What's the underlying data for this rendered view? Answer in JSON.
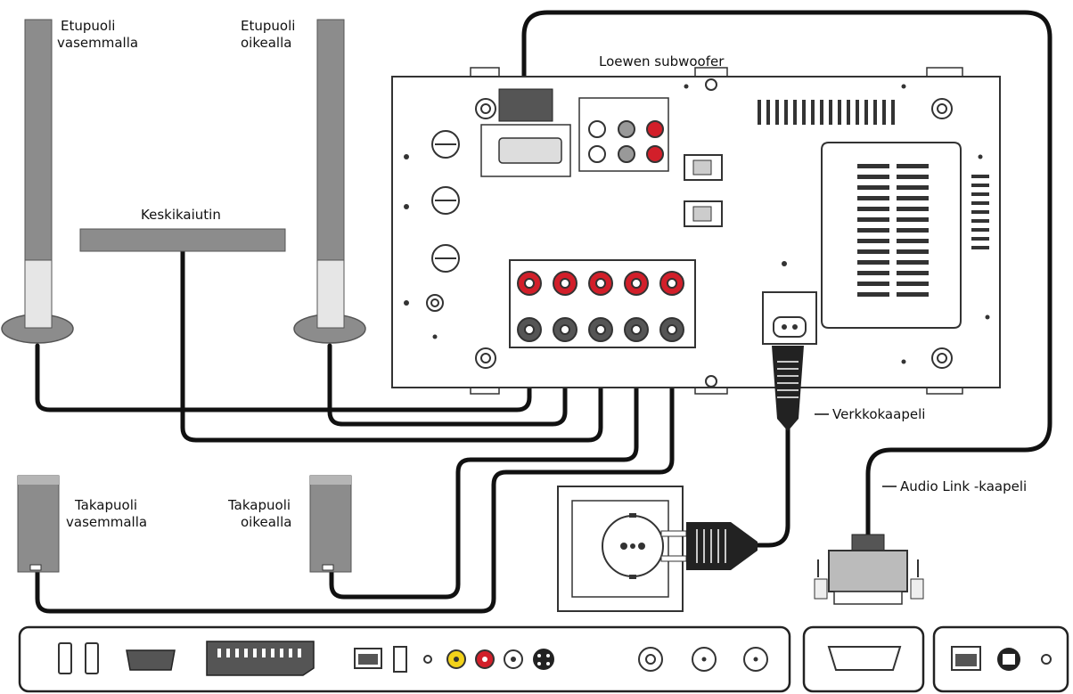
{
  "labels": {
    "front_left_1": "Etupuoli",
    "front_left_2": "vasemmalla",
    "front_right_1": "Etupuoli",
    "front_right_2": "oikealla",
    "center": "Keskikaiutin",
    "subwoofer": "Loewen subwoofer",
    "rear_left_1": "Takapuoli",
    "rear_left_2": "vasemmalla",
    "rear_right_1": "Takapuoli",
    "rear_right_2": "oikealla",
    "power_cable": "Verkkokaapeli",
    "audio_link_cable": "Audio Link -kaapeli"
  },
  "colors": {
    "cable": "#111111",
    "speaker_gray": "#8c8c8c",
    "speaker_light": "#e6e6e6",
    "panel_stroke": "#333333",
    "red_jack": "#d21f2a",
    "yellow_jack": "#f2d21a"
  }
}
